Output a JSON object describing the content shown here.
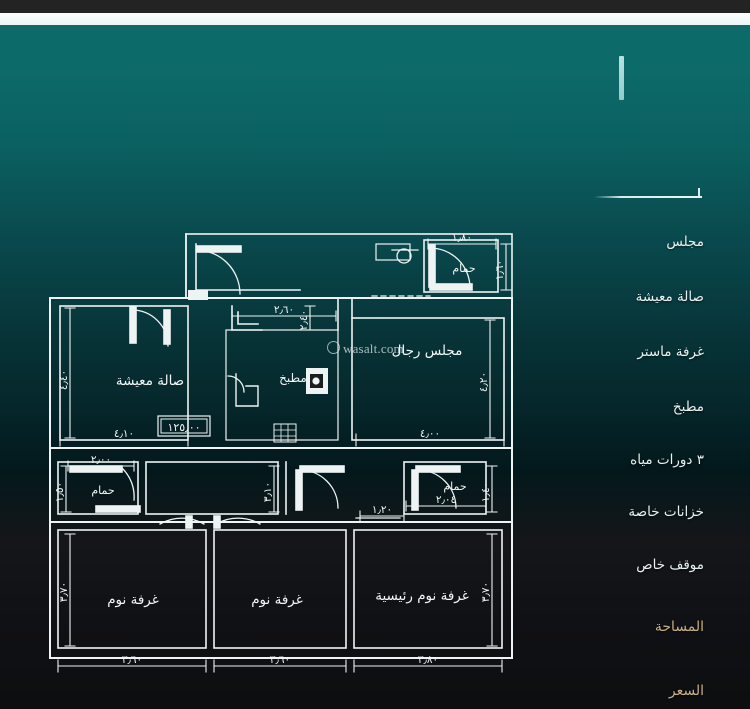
{
  "page": {
    "background_top_color": "#0c6a69",
    "background_bottom_color": "#0d0e10",
    "watermark": "wasalt.com"
  },
  "sidebar": {
    "accent_color": "#c9b083",
    "text_color": "#e9f1f1",
    "items": [
      {
        "label": "مجلس"
      },
      {
        "label": "صالة معيشة"
      },
      {
        "label": "غرفة ماستر"
      },
      {
        "label": "مطبخ"
      },
      {
        "label": "٣ دورات مياه"
      },
      {
        "label": "خزانات خاصة"
      },
      {
        "label": "موقف خاص"
      }
    ],
    "footer": [
      {
        "label": "المساحة"
      },
      {
        "label": "السعر"
      }
    ]
  },
  "floorplan": {
    "line_color": "#eef3f3",
    "area_badge": "١٢٥٫٠٠",
    "rooms": [
      {
        "name": "living-hall",
        "label": "صالة معيشة"
      },
      {
        "name": "kitchen",
        "label": "مطبخ"
      },
      {
        "name": "mens-majlis",
        "label": "مجلس رجال"
      },
      {
        "name": "bathroom-top",
        "label": "حمام"
      },
      {
        "name": "bathroom-left",
        "label": "حمام"
      },
      {
        "name": "bathroom-right",
        "label": "حمام"
      },
      {
        "name": "bedroom-left",
        "label": "غرفة نوم"
      },
      {
        "name": "bedroom-middle",
        "label": "غرفة نوم"
      },
      {
        "name": "bedroom-master",
        "label": "غرفة نوم رئيسية"
      }
    ],
    "dimensions": {
      "bottom": [
        "٣٫٦٠",
        "٣٫٦٠",
        "٣٫٨٠"
      ],
      "living_width": "٤٫١٠",
      "majlis_width": "٤٫٠٠",
      "corridor": "١٫٢٠",
      "kitchen_run": "٢٫٦٠",
      "bath_left_width": "٢٫٠٠",
      "bath_right_width": "٢٫٠٤",
      "bath_top_width": "١٫٨٠",
      "living_height": "٤٫٤٠",
      "majlis_height": "٤٫٢٠",
      "bath_top_height": "١٫٦٠",
      "bath_left_height": "١٫٥٠",
      "bath_right_height": "١٫٤٠",
      "corridor_height": "٣٫١٠",
      "bedroom_height": "٣٫٧٠",
      "master_height": "٣٫٧٠",
      "kitchen_height": "٢٫٤٠"
    }
  }
}
